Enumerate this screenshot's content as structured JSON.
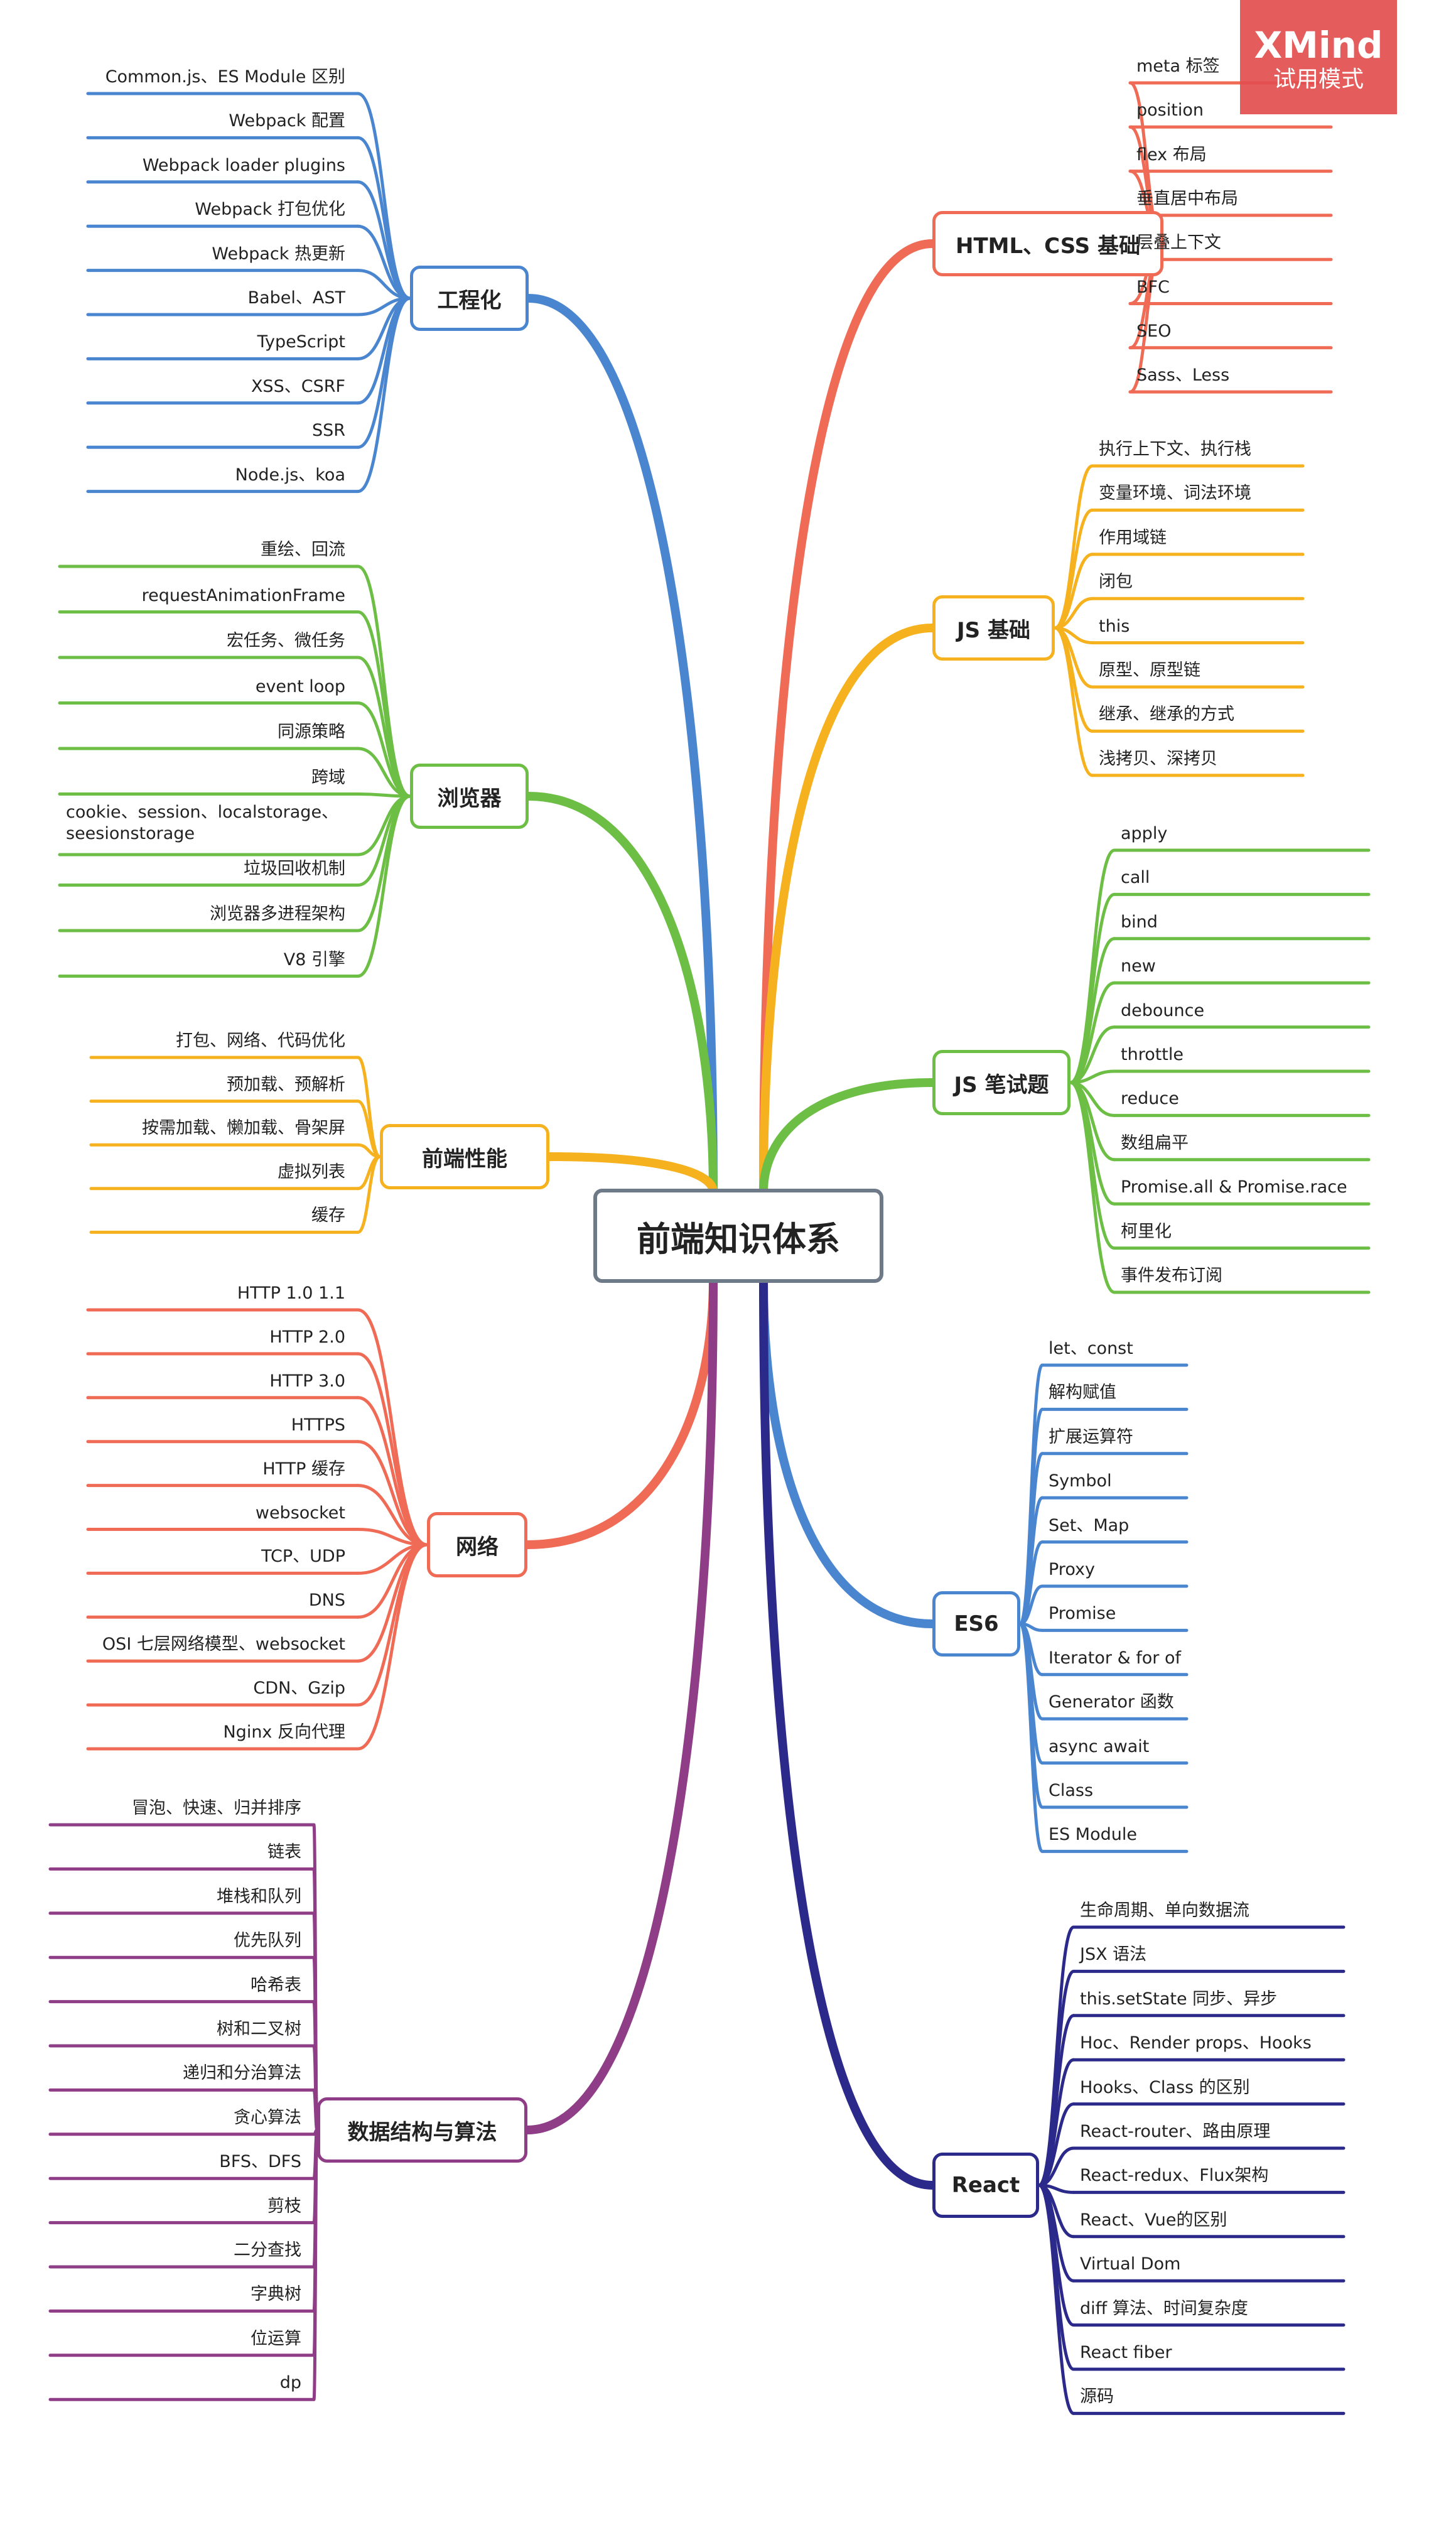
{
  "central": {
    "label": "前端知识体系"
  },
  "watermark": {
    "brand": "XMind",
    "mode": "试用模式"
  },
  "colors": {
    "engineering": "#4a86d0",
    "browser": "#6cbe45",
    "performance": "#f5b21e",
    "network": "#ef6b56",
    "algorithms": "#8e3d86",
    "html_css": "#ef6b56",
    "js_basics": "#f5b21e",
    "js_exam": "#6cbe45",
    "es6": "#4a86d0",
    "react": "#2b2a8a"
  },
  "branches": [
    {
      "id": "engineering",
      "label": "工程化",
      "side": "left",
      "items": [
        "Common.js、ES Module 区别",
        "Webpack 配置",
        "Webpack loader plugins",
        "Webpack 打包优化",
        "Webpack 热更新",
        "Babel、AST",
        "TypeScript",
        "XSS、CSRF",
        "SSR",
        "Node.js、koa"
      ]
    },
    {
      "id": "browser",
      "label": "浏览器",
      "side": "left",
      "items": [
        "重绘、回流",
        "requestAnimationFrame",
        "宏任务、微任务",
        "event loop",
        "同源策略",
        "跨域",
        "cookie、session、localstorage、\nseesionstorage",
        "垃圾回收机制",
        "浏览器多进程架构",
        "V8 引擎"
      ]
    },
    {
      "id": "performance",
      "label": "前端性能",
      "side": "left",
      "items": [
        "打包、网络、代码优化",
        "预加载、预解析",
        "按需加载、懒加载、骨架屏",
        "虚拟列表",
        "缓存"
      ]
    },
    {
      "id": "network",
      "label": "网络",
      "side": "left",
      "items": [
        "HTTP 1.0 1.1",
        "HTTP 2.0",
        "HTTP 3.0",
        "HTTPS",
        "HTTP 缓存",
        "websocket",
        "TCP、UDP",
        "DNS",
        "OSI 七层网络模型、websocket",
        "CDN、Gzip",
        "Nginx 反向代理"
      ]
    },
    {
      "id": "algorithms",
      "label": "数据结构与算法",
      "side": "left",
      "items": [
        "冒泡、快速、归并排序",
        "链表",
        "堆栈和队列",
        "优先队列",
        "哈希表",
        "树和二叉树",
        "递归和分治算法",
        "贪心算法",
        "BFS、DFS",
        "剪枝",
        "二分查找",
        "字典树",
        "位运算",
        "dp"
      ]
    },
    {
      "id": "html_css",
      "label": "HTML、CSS 基础",
      "side": "right",
      "items": [
        "meta 标签",
        "position",
        "flex 布局",
        "垂直居中布局",
        "层叠上下文",
        "BFC",
        "SEO",
        "Sass、Less"
      ]
    },
    {
      "id": "js_basics",
      "label": "JS 基础",
      "side": "right",
      "items": [
        "执行上下文、执行栈",
        "变量环境、词法环境",
        "作用域链",
        "闭包",
        "this",
        "原型、原型链",
        "继承、继承的方式",
        "浅拷贝、深拷贝"
      ]
    },
    {
      "id": "js_exam",
      "label": "JS 笔试题",
      "side": "right",
      "items": [
        "apply",
        "call",
        "bind",
        "new",
        "debounce",
        "throttle",
        "reduce",
        "数组扁平",
        "Promise.all & Promise.race",
        "柯里化",
        "事件发布订阅"
      ]
    },
    {
      "id": "es6",
      "label": "ES6",
      "side": "right",
      "items": [
        "let、const",
        "解构赋值",
        "扩展运算符",
        "Symbol",
        "Set、Map",
        "Proxy",
        "Promise",
        "Iterator & for of",
        "Generator 函数",
        "async await",
        "Class",
        "ES Module"
      ]
    },
    {
      "id": "react",
      "label": "React",
      "side": "right",
      "items": [
        "生命周期、单向数据流",
        "JSX 语法",
        "this.setState 同步、异步",
        "Hoc、Render props、Hooks",
        "Hooks、Class 的区别",
        "React-router、路由原理",
        "React-redux、Flux架构",
        "React、Vue的区别",
        "Virtual Dom",
        "diff 算法、时间复杂度",
        "React fiber",
        "源码"
      ]
    }
  ]
}
